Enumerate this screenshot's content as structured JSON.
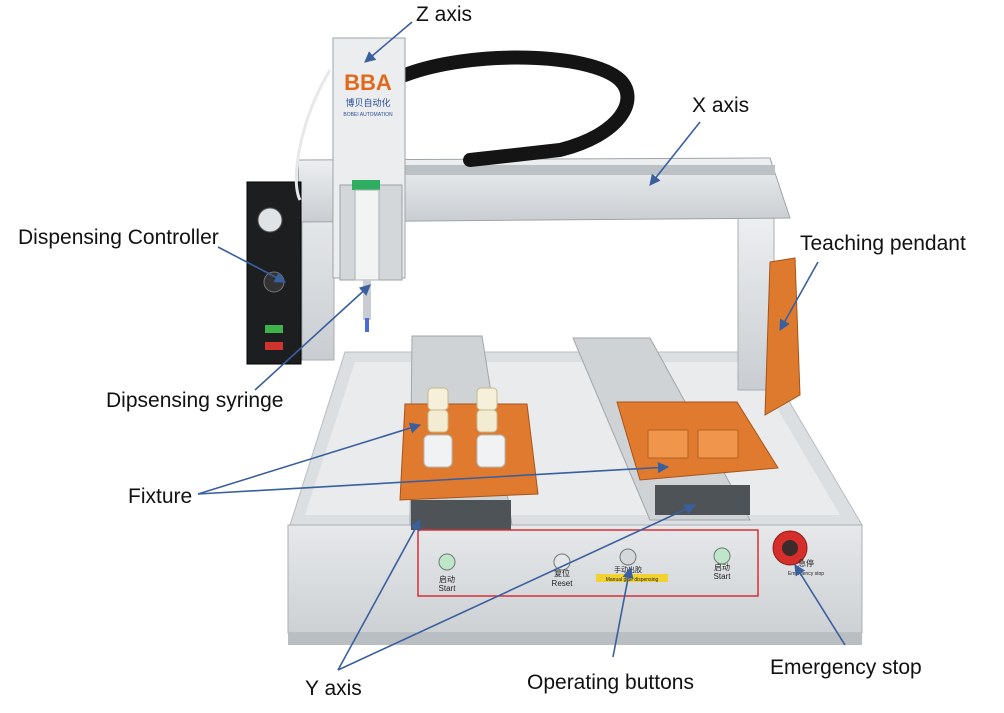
{
  "callouts": {
    "z_axis": "Z axis",
    "x_axis": "X axis",
    "dispensing_controller": "Dispensing Controller",
    "teaching_pendant": "Teaching pendant",
    "dispensing_syringe": "Dipsensing syringe",
    "fixture": "Fixture",
    "y_axis": "Y axis",
    "operating_buttons": "Operating buttons",
    "emergency_stop": "Emergency stop"
  },
  "machine": {
    "logo": "BBA",
    "logo_cn": "博贝自动化",
    "logo_en": "BOBEI AUTOMATION",
    "buttons": [
      {
        "cn": "启动",
        "en": "Start"
      },
      {
        "cn": "复位",
        "en": "Reset"
      },
      {
        "cn": "手动出胶",
        "en": "Manual glue dispensing"
      },
      {
        "cn": "启动",
        "en": "Start"
      }
    ],
    "estop_cn": "急停",
    "estop_en": "Emergency stop"
  },
  "colors": {
    "arrow": "#3a5f9e",
    "frame": "#d9dcdf",
    "fixture": "#e07a2e",
    "highlight_box": "#d6303a",
    "estop": "#d62e2a"
  }
}
